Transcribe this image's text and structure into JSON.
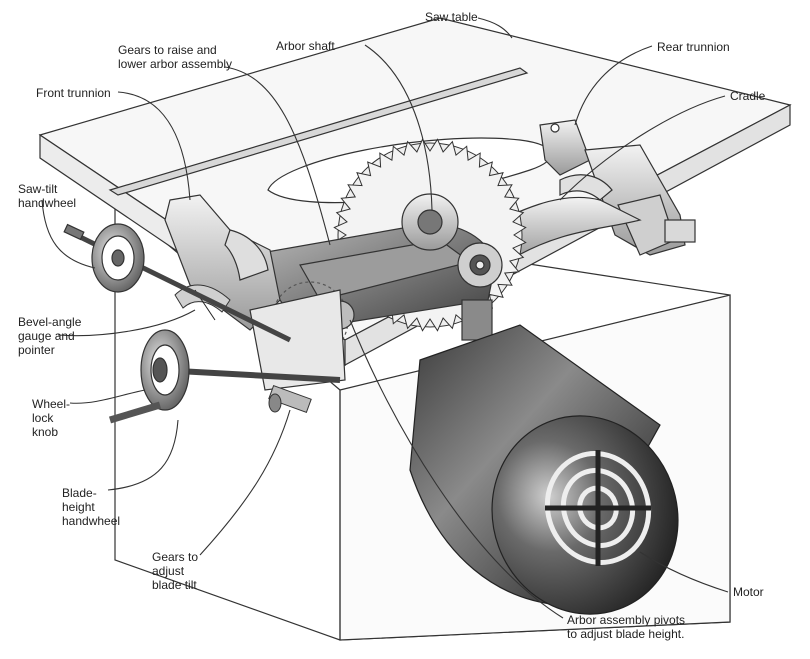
{
  "labels": {
    "saw_table": "Saw table",
    "gears_raise": "Gears to raise and\nlower arbor assembly",
    "arbor_shaft": "Arbor shaft",
    "rear_trunnion": "Rear trunnion",
    "front_trunnion": "Front trunnion",
    "cradle": "Cradle",
    "saw_tilt_handwheel": "Saw-tilt\nhandwheel",
    "bevel_gauge": "Bevel-angle\ngauge and\npointer",
    "wheel_lock_knob": "Wheel-\nlock\nknob",
    "blade_height_handwheel": "Blade-\nheight\nhandwheel",
    "gears_tilt": "Gears to\nadjust\nblade tilt",
    "motor": "Motor",
    "arbor_pivots": "Arbor assembly pivots\nto adjust blade height."
  }
}
